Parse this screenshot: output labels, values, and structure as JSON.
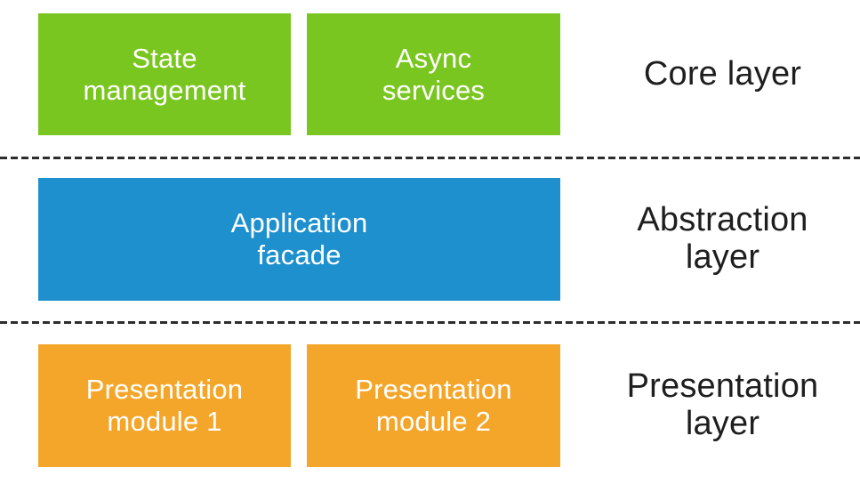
{
  "colors": {
    "core_box": "#7ac621",
    "abstraction_box": "#1e90cd",
    "presentation_box": "#f4a62a",
    "dash_line": "#2d2d2d",
    "box_text": "#ffffff",
    "label_text": "#1e1e1e"
  },
  "rows": {
    "core": {
      "label": "Core layer",
      "boxes": [
        {
          "line1": "State",
          "line2": "management"
        },
        {
          "line1": "Async",
          "line2": "services"
        }
      ]
    },
    "abstraction": {
      "label_line1": "Abstraction",
      "label_line2": "layer",
      "boxes": [
        {
          "line1": "Application",
          "line2": "facade"
        }
      ]
    },
    "presentation": {
      "label_line1": "Presentation",
      "label_line2": "layer",
      "boxes": [
        {
          "line1": "Presentation",
          "line2": "module 1"
        },
        {
          "line1": "Presentation",
          "line2": "module 2"
        }
      ]
    }
  }
}
